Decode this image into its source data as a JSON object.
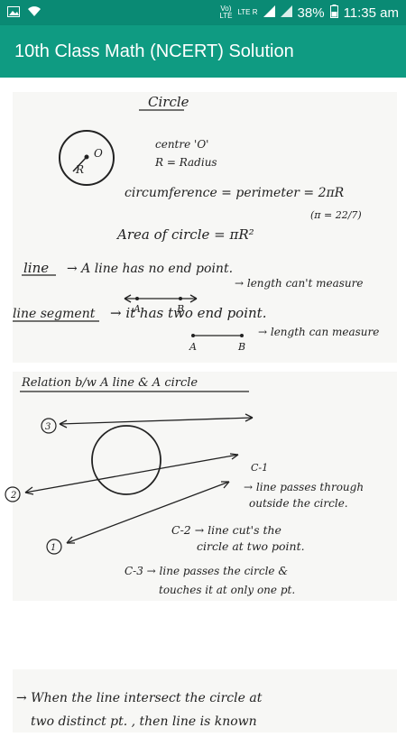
{
  "status_bar": {
    "volte": "Vo)",
    "lte1": "LTE",
    "lte2": "LTE",
    "signal_r": "R",
    "battery": "38%",
    "time": "11:35 am"
  },
  "app": {
    "title": "10th Class Math (NCERT) Solution"
  },
  "note1": {
    "title": "Circle",
    "centre": "centre 'O'",
    "radius_def": "R = Radius",
    "center_label": "O",
    "radius_label": "R",
    "circumference": "circumference = perimeter = 2πR",
    "pi_value": "(π = 22/7)",
    "area": "Area of circle = πR²",
    "line_title": "line",
    "line_def": "→ A line has no end point.",
    "line_sub": "→ length can't measure",
    "point_a": "A",
    "point_b": "B",
    "segment_title": "line segment",
    "segment_def": "→ it has two end point.",
    "segment_sub": "→ length can measure"
  },
  "note2": {
    "title": "Relation b/w A line & A circle",
    "label3": "3",
    "label2": "2",
    "label1": "1",
    "c1_title": "C-1",
    "c1_line1": "→ line passes through",
    "c1_line2": "outside the circle.",
    "c2_line1": "C-2 → line cut's the",
    "c2_line2": "circle at two point.",
    "c3_line1": "C-3 → line passes the circle &",
    "c3_line2": "touches it at only one pt."
  },
  "note3": {
    "line1": "→ When the line intersect the circle at",
    "line2": "two distinct pt. , then line is known"
  }
}
